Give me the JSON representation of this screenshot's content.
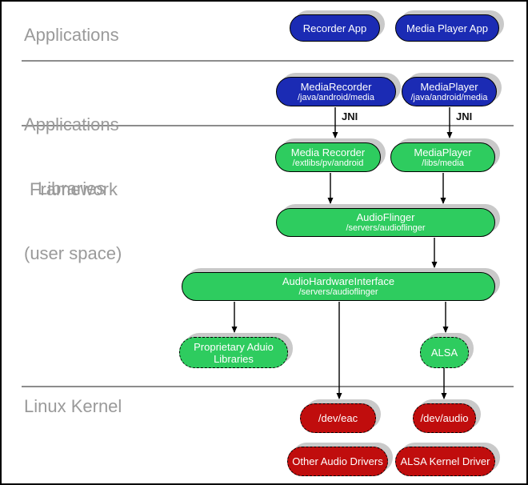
{
  "colors": {
    "blue": "#1b2bb4",
    "green": "#2ecc5f",
    "red": "#c00d0d",
    "shadow": "#c9c9c9",
    "label": "#9a9a9a",
    "divider": "#8c8c8c"
  },
  "labels": {
    "applications": "Applications",
    "framework_line1": "Applications",
    "framework_line2": "Framework",
    "libraries_line1": "Libraries",
    "libraries_line2": "(user space)",
    "linux_kernel": "Linux Kernel",
    "jni_left": "JNI",
    "jni_right": "JNI"
  },
  "nodes": {
    "recorder_app": {
      "title": "Recorder App"
    },
    "media_player_app": {
      "title": "Media Player App"
    },
    "media_recorder_fw": {
      "title": "MediaRecorder",
      "subtitle": "/java/android/media"
    },
    "media_player_fw": {
      "title": "MediaPlayer",
      "subtitle": "/java/android/media"
    },
    "media_recorder_lib": {
      "title": "Media Recorder",
      "subtitle": "/extlibs/pv/android"
    },
    "media_player_lib": {
      "title": "MediaPlayer",
      "subtitle": "/libs/media"
    },
    "audio_flinger": {
      "title": "AudioFlinger",
      "subtitle": "/servers/audioflinger"
    },
    "audio_hardware_interface": {
      "title": "AudioHardwareInterface",
      "subtitle": "/servers/audioflinger"
    },
    "proprietary_audio_libraries": {
      "title": "Proprietary Aduio",
      "title2": "Libraries"
    },
    "alsa": {
      "title": "ALSA"
    },
    "dev_eac": {
      "title": "/dev/eac"
    },
    "dev_audio": {
      "title": "/dev/audio"
    },
    "other_audio_drivers": {
      "title": "Other Audio Drivers"
    },
    "alsa_kernel_driver": {
      "title": "ALSA Kernel Driver"
    }
  }
}
